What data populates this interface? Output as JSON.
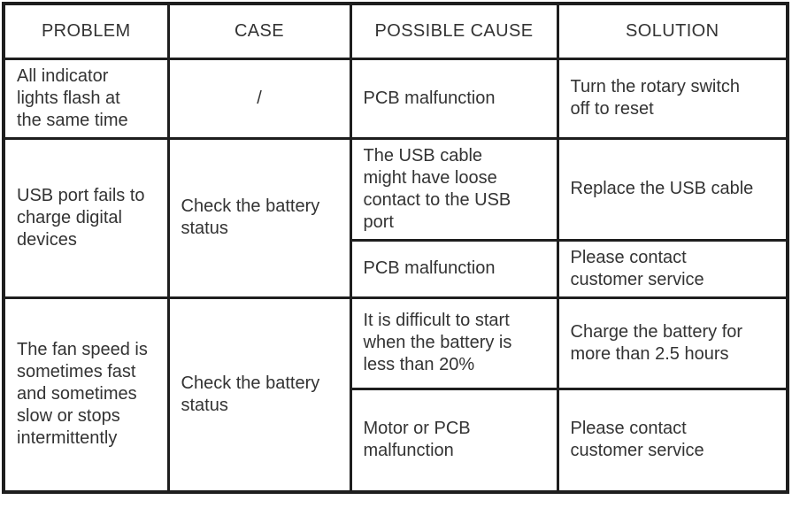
{
  "colors": {
    "border": "#1e1e1e",
    "text": "#333333",
    "background": "#ffffff"
  },
  "table": {
    "headers": [
      "PROBLEM",
      "CASE",
      "POSSIBLE CAUSE",
      "SOLUTION"
    ],
    "rows": [
      {
        "problem": "All indicator\nlights flash at\nthe same time",
        "case": "/",
        "causes": [
          {
            "cause": "PCB malfunction",
            "solution": "Turn the rotary switch\noff to reset"
          }
        ]
      },
      {
        "problem": "USB port fails to\ncharge digital\ndevices",
        "case": "Check the battery\nstatus",
        "causes": [
          {
            "cause": "The USB cable\nmight have loose\ncontact to the USB\nport",
            "solution": "Replace the USB cable"
          },
          {
            "cause": "PCB malfunction",
            "solution": "Please contact\ncustomer service"
          }
        ]
      },
      {
        "problem": "The fan speed is\nsometimes fast\nand sometimes\nslow or stops\nintermittently",
        "case": "Check the battery\nstatus",
        "causes": [
          {
            "cause": "It is difficult to start\nwhen the battery is\nless than 20%",
            "solution": "Charge the battery for\nmore than 2.5 hours"
          },
          {
            "cause": "Motor or PCB\nmalfunction",
            "solution": "Please contact\ncustomer service"
          }
        ]
      }
    ]
  }
}
